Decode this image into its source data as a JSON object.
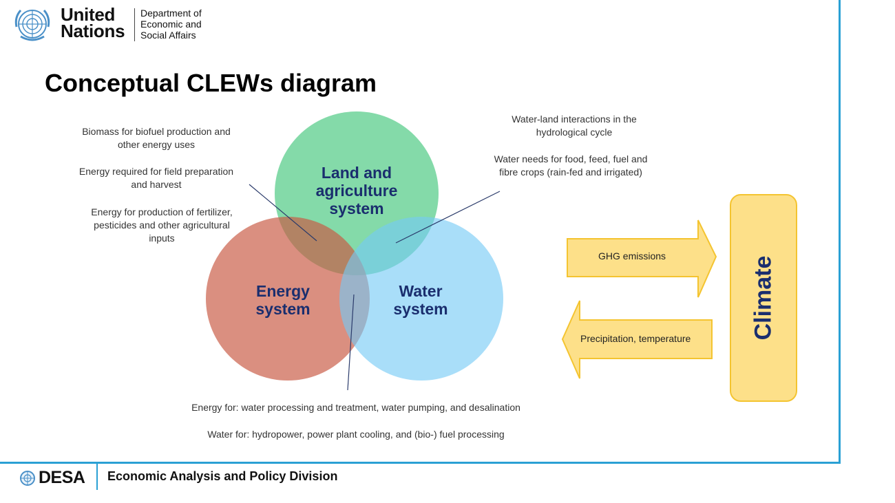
{
  "header": {
    "org_line1": "United",
    "org_line2": "Nations",
    "dept_line1": "Department of",
    "dept_line2": "Economic and",
    "dept_line3": "Social Affairs"
  },
  "title": "Conceptual CLEWs diagram",
  "circles": {
    "land": {
      "line1": "Land and",
      "line2": "agriculture",
      "line3": "system",
      "color": "#6fd39a"
    },
    "energy": {
      "line1": "Energy",
      "line2": "system",
      "color": "#d98270"
    },
    "water": {
      "line1": "Water",
      "line2": "system",
      "color": "#8dd3f7"
    }
  },
  "notes_left": {
    "n1_line1": "Biomass for biofuel production and",
    "n1_line2": "other energy uses",
    "n2_line1": "Energy required for field preparation",
    "n2_line2": "and harvest",
    "n3_line1": "Energy for production of fertilizer,",
    "n3_line2": "pesticides and other agricultural",
    "n3_line3": "inputs"
  },
  "notes_right": {
    "n1_line1": "Water-land interactions in the",
    "n1_line2": "hydrological cycle",
    "n2_line1": "Water needs for food, feed, fuel and",
    "n2_line2": "fibre crops (rain-fed and irrigated)"
  },
  "notes_bottom": {
    "n1": "Energy for: water processing and treatment,  water pumping, and desalination",
    "n2": "Water for: hydropower, power plant cooling, and (bio-) fuel processing"
  },
  "arrows": {
    "to_climate": "GHG emissions",
    "from_climate": "Precipitation, temperature",
    "fill_color": "#fde089",
    "stroke_color": "#f4c430"
  },
  "climate_label": "Climate",
  "footer": {
    "logo_text": "DESA",
    "division": "Economic Analysis and Policy Division"
  },
  "colors": {
    "accent_rule": "#2aa0d4",
    "circle_label": "#1a2e6e"
  }
}
